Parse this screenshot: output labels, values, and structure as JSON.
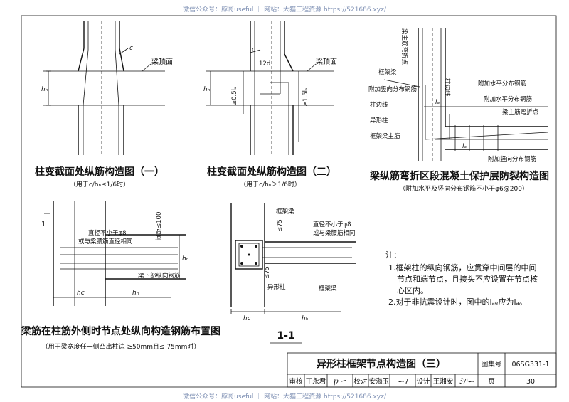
{
  "watermark": "微信公众号：豚哥useful ｜ 网站：大猫工程资源 https://521686.xyz/",
  "watermark_bottom": "微信公众号：豚哥useful ｜ 网站：大猫工程资源 https://521686.xyz/",
  "d1": {
    "title": "柱变截面处纵筋构造图（一）",
    "subtitle": "（用于c/hₕ≤1/6时）",
    "beam_top": "梁顶面",
    "c": "c",
    "hb": "hₕ"
  },
  "d2": {
    "title": "柱变截面处纵筋构造图（二）",
    "subtitle": "（用于c/hₕ＞1/6时）",
    "beam_top": "梁顶面",
    "c": "c",
    "d12": "12d",
    "la_left": "≥0.5lₐ",
    "la_right": "≥1.5lₐ",
    "hb": "hₕ"
  },
  "d3": {
    "title": "梁纵筋弯折区段混凝土保护层防裂构造图",
    "subtitle": "（附加水平及竖向分布钢筋不小于φ6@200）",
    "labels": [
      "框架梁",
      "附加竖向分布钢筋",
      "柱边线",
      "异形柱",
      "框架梁主筋",
      "附加水平分布钢筋",
      "附加水平分布钢筋",
      "梁主筋弯折点",
      "附加竖向分布钢筋"
    ],
    "vertical_labels": [
      "梁主筋弯折点",
      "柱边线"
    ],
    "la": "lₐ"
  },
  "d4": {
    "title": "梁筋在柱筋外侧时节点处纵向构造钢筋布置图",
    "subtitle": "（用于梁宽度任一侧凸出柱边 ≥50mm且≤ 75mm时）",
    "note1": "直径不小于φ8",
    "note2": "或与梁腰筋直径相同",
    "spacing": "间距≤100",
    "bottom_bar": "梁下部纵向钢筋",
    "hc": "hc",
    "hb": "hₕ",
    "sec": "1"
  },
  "d5": {
    "labels": [
      "框架梁",
      "直径不小于φ8",
      "或与梁腰筋相同",
      "异形柱",
      "框架梁"
    ],
    "d75a": "≤75",
    "d75b": "≤75",
    "hc": "hc",
    "hb": "hₕ",
    "section": "1-1"
  },
  "notes": {
    "head": "注：",
    "items": [
      "1.框架柱的纵向钢筋，应贯穿中间层的中间",
      "节点和端节点，且接头不应设置在节点核",
      "心区内。",
      "2.对于非抗震设计时，图中的lₐₑ应为lₐ。"
    ]
  },
  "title_block": {
    "title": "异形柱框架节点构造图（三）",
    "set_label": "图集号",
    "set_no": "06SG331-1",
    "review": "审核",
    "reviewer": "丁永君",
    "check": "校对",
    "checker": "安海玉",
    "design": "设计",
    "designer": "王湘安",
    "page_label": "页",
    "page_no": "30"
  }
}
